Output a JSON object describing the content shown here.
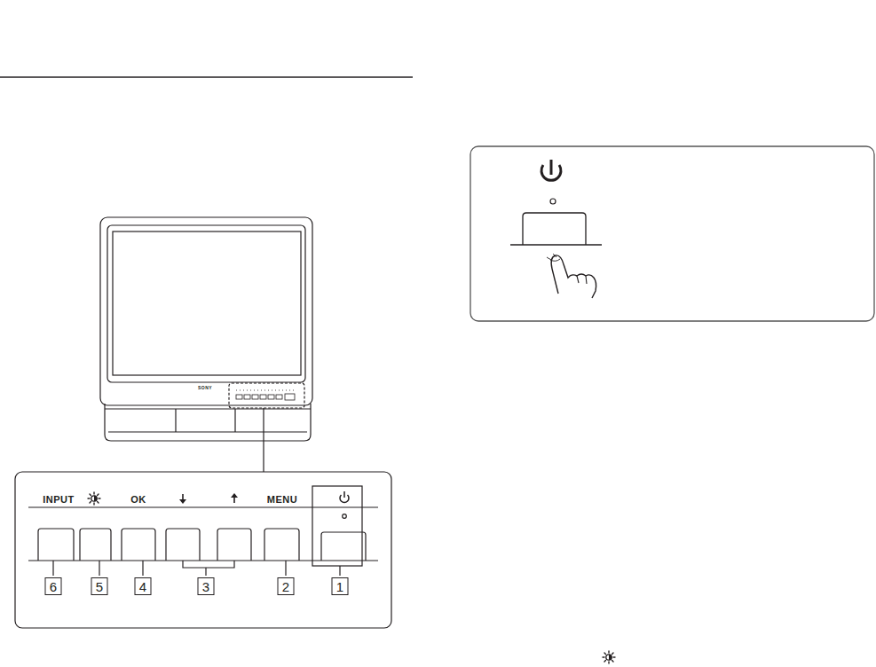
{
  "diagram": {
    "labels": [
      "INPUT",
      "OK",
      "MENU",
      "6",
      "5",
      "4",
      "3",
      "2",
      "1",
      "SONY"
    ]
  }
}
